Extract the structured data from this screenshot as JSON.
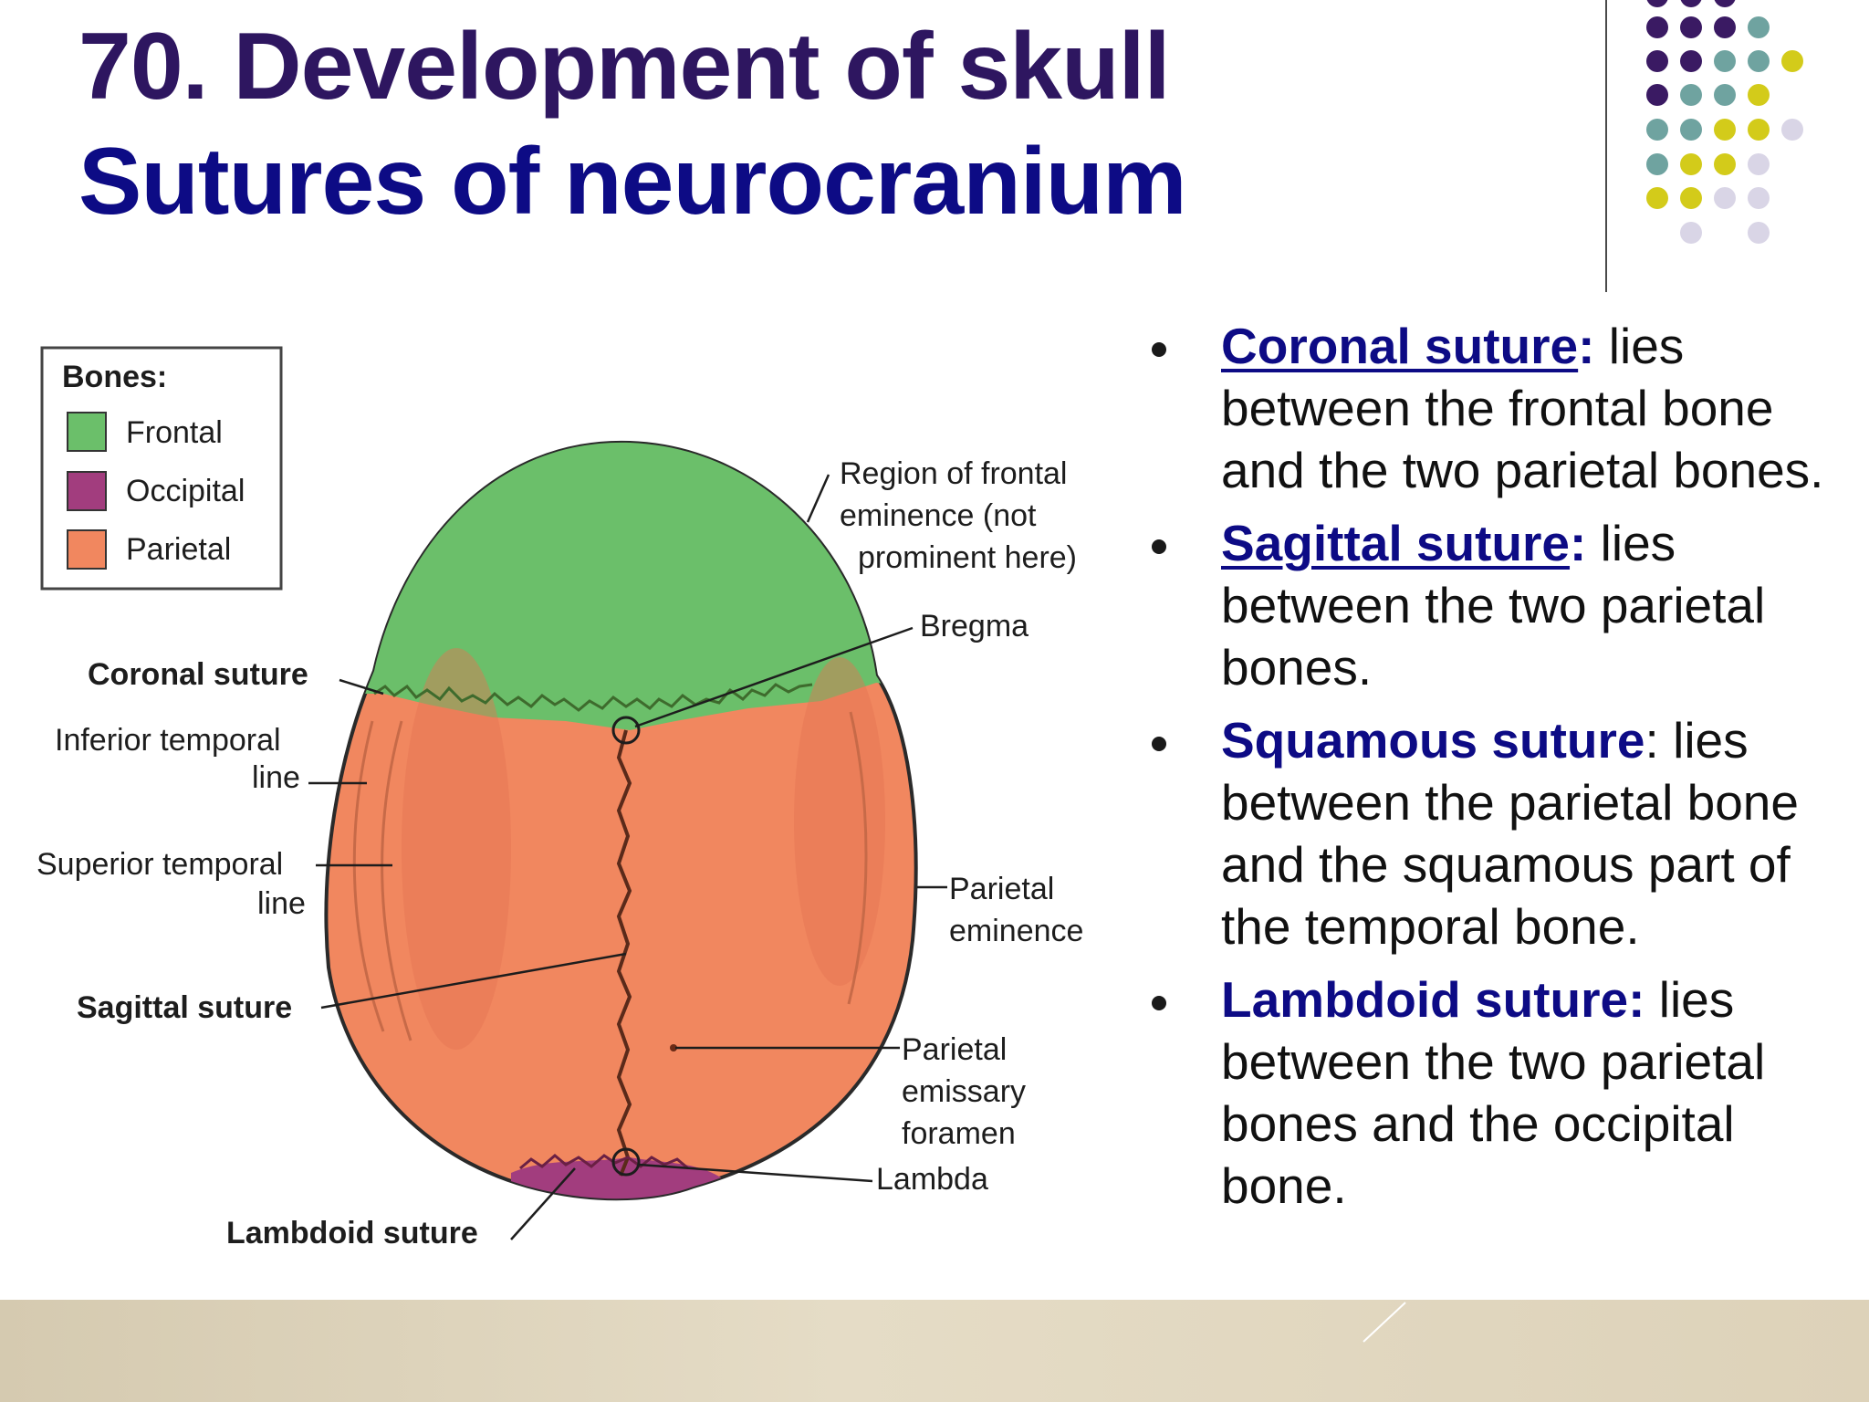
{
  "slide": {
    "title_line1": "70. Development of skull",
    "title_line2": "Sutures of neurocranium"
  },
  "legend": {
    "title": "Bones:",
    "items": [
      {
        "label": "Frontal",
        "color": "#6bbf6a"
      },
      {
        "label": "Occipital",
        "color": "#a23d7e"
      },
      {
        "label": "Parietal",
        "color": "#f1875f"
      }
    ]
  },
  "diagram_labels": {
    "coronal_suture": "Coronal suture",
    "inferior_temporal_1": "Inferior temporal",
    "inferior_temporal_2": "line",
    "superior_temporal_1": "Superior temporal",
    "superior_temporal_2": "line",
    "sagittal_suture": "Sagittal suture",
    "lambdoid_suture": "Lambdoid suture",
    "frontal_eminence_1": "Region of frontal",
    "frontal_eminence_2": "eminence (not",
    "frontal_eminence_3": "prominent here)",
    "bregma": "Bregma",
    "parietal_eminence_1": "Parietal",
    "parietal_eminence_2": "eminence",
    "emissary_1": "Parietal",
    "emissary_2": "emissary",
    "emissary_3": "foramen",
    "lambda": "Lambda"
  },
  "bullets": [
    {
      "term": "Coronal suture",
      "colon": ":",
      "text": " lies between the frontal bone and the two parietal bones."
    },
    {
      "term": "Sagittal suture",
      "colon": ":",
      "text": " lies between the two parietal bones."
    },
    {
      "term": "Squamous suture",
      "colon": ":",
      "text": " lies between the parietal bone and the squamous part of the temporal bone."
    },
    {
      "term": "Lambdoid suture:",
      "colon": "",
      "text": " lies between the two parietal bones and the occipital bone."
    }
  ],
  "colors": {
    "title_dark": "#2e1660",
    "title_blue": "#0d0b85",
    "dot_purple": "#3a1a63",
    "dot_teal": "#6fa3a0",
    "dot_yellow": "#d3cb1a",
    "dot_lavender": "#d9d5e6"
  }
}
